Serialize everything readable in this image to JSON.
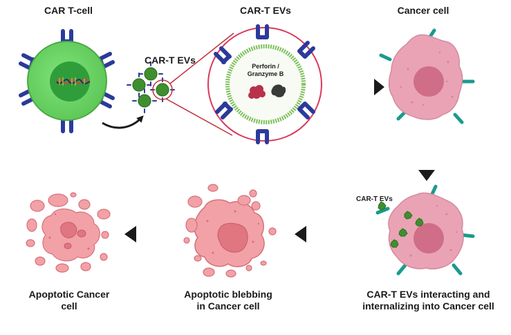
{
  "labels": {
    "car_t_cell": "CAR T-cell",
    "car_t_evs_top": "CAR-T EVs",
    "cancer_cell": "Cancer cell",
    "car_t_evs_mid": "CAR-T EVs",
    "perforin_line1": "Perforin /",
    "perforin_line2": "Granzyme B",
    "car_t_evs_small": "CAR-T EVs",
    "interacting_line1": "CAR-T EVs interacting and",
    "interacting_line2": "internalizing into Cancer cell",
    "blebbing_line1": "Apoptotic blebbing",
    "blebbing_line2": "in Cancer cell",
    "apoptotic_line1": "Apoptotic Cancer",
    "apoptotic_line2": "cell"
  },
  "colors": {
    "tcell_body": "#6fd86a",
    "tcell_nucleus": "#2f9e3a",
    "receptor": "#2b3a9a",
    "ev_green": "#3f8f2e",
    "cancer_body": "#e9a3b5",
    "cancer_nucleus": "#cf6e86",
    "cancer_receptor": "#1a9a8c",
    "apoptotic_body": "#f2a1a6",
    "arrow": "#1a1a1a",
    "zoom_line": "#c0303a",
    "membrane": "#6bb34f",
    "perforin": "#b8324a",
    "granzyme": "#3a3a3a"
  }
}
